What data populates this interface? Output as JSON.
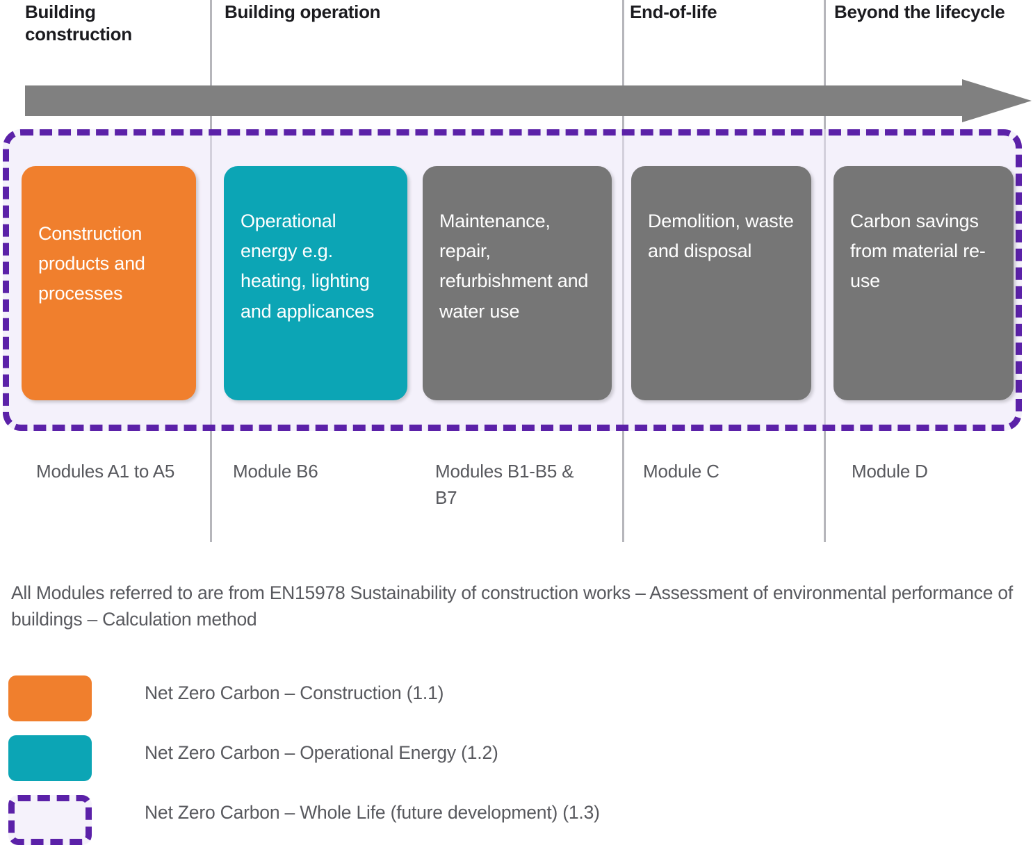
{
  "diagram": {
    "title": "Building lifecycle carbon modules",
    "colors": {
      "orange": "#F07F2D",
      "teal": "#0CA5B5",
      "grey": "#767676",
      "purple": "#5B21A8",
      "arrow_grey": "#808080",
      "divider_grey": "#B6B6BB",
      "text_grey": "#58595E"
    },
    "phases": [
      {
        "label": "Building construction"
      },
      {
        "label": "Building operation"
      },
      {
        "label": "End-of-life"
      },
      {
        "label": "Beyond the lifecycle"
      }
    ],
    "arrow": {
      "icon": "right-arrow-icon",
      "direction": "left-to-right",
      "meaning": "time / lifecycle progression"
    },
    "stages": [
      {
        "id": "construction",
        "text": "Construction products and processes",
        "color": "#F07F2D",
        "module": "Modules A1 to A5"
      },
      {
        "id": "operational-energy",
        "text": "Operational energy e.g. heating, lighting and applicances",
        "color": "#0CA5B5",
        "module": "Module B6"
      },
      {
        "id": "maintenance",
        "text": "Maintenance, repair, refurbishment and water use",
        "color": "#767676",
        "module": "Modules B1-B5 & B7"
      },
      {
        "id": "demolition",
        "text": "Demolition, waste and disposal",
        "color": "#767676",
        "module": "Module C"
      },
      {
        "id": "carbon-savings",
        "text": "Carbon savings from material re-use",
        "color": "#767676",
        "module": "Module D"
      }
    ],
    "footnote": "All Modules referred to are from  EN15978 Sustainability of construction works – Assessment of environmental performance of buildings – Calculation method",
    "legend": [
      {
        "swatch": "orange",
        "label": "Net Zero Carbon – Construction (1.1)"
      },
      {
        "swatch": "teal",
        "label": "Net Zero Carbon – Operational Energy (1.2)"
      },
      {
        "swatch": "dashed",
        "label": "Net Zero Carbon – Whole Life (future development) (1.3)"
      }
    ]
  }
}
